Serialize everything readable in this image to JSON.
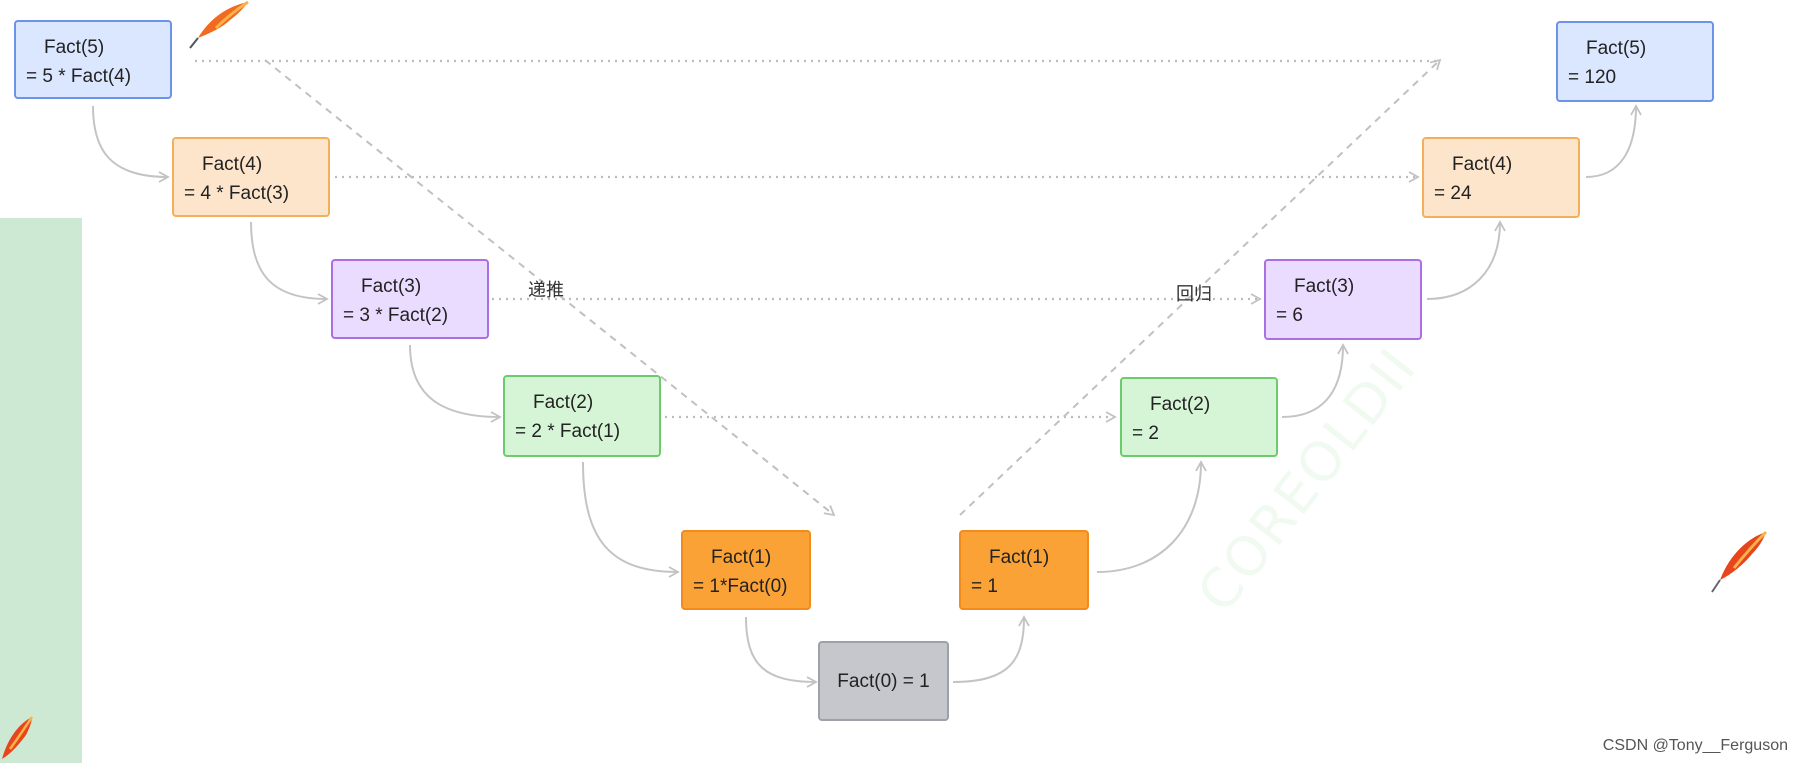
{
  "diagram": {
    "descent_nodes": [
      {
        "title": "Fact(5)",
        "expr": "= 5 * Fact(4)",
        "color": "blue"
      },
      {
        "title": "Fact(4)",
        "expr": "= 4 * Fact(3)",
        "color": "peach"
      },
      {
        "title": "Fact(3)",
        "expr": "= 3 * Fact(2)",
        "color": "purple"
      },
      {
        "title": "Fact(2)",
        "expr": "= 2 * Fact(1)",
        "color": "green"
      },
      {
        "title": "Fact(1)",
        "expr": "= 1*Fact(0)",
        "color": "orange"
      }
    ],
    "base_node": {
      "label": "Fact(0)  = 1",
      "color": "gray"
    },
    "ascent_nodes": [
      {
        "title": "Fact(1)",
        "expr": "= 1",
        "color": "orange"
      },
      {
        "title": "Fact(2)",
        "expr": "= 2",
        "color": "green"
      },
      {
        "title": "Fact(3)",
        "expr": "= 6",
        "color": "purple"
      },
      {
        "title": "Fact(4)",
        "expr": "= 24",
        "color": "peach"
      },
      {
        "title": "Fact(5)",
        "expr": "= 120",
        "color": "blue"
      }
    ],
    "labels": {
      "recursion_down": "递推",
      "recursion_up": "回归"
    }
  },
  "watermark": "COREOLDII",
  "credit": "CSDN @Tony__Ferguson",
  "colors": {
    "blue": "#dbe6ff",
    "peach": "#fde5cc",
    "purple": "#eadcff",
    "green": "#d6f5d6",
    "orange": "#fba237",
    "gray": "#c5c7cc",
    "arrow": "#c2c2c2",
    "side_panel": "#cde9d3"
  },
  "icons": [
    "feather-icon"
  ]
}
